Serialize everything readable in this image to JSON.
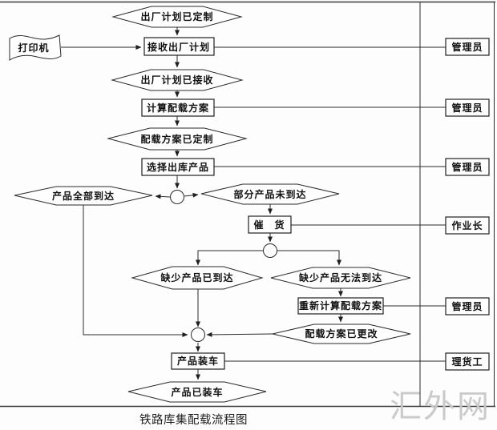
{
  "diagram": {
    "caption": "铁路库集配载流程图",
    "watermark": "汇外网",
    "io": {
      "printer": "打印机"
    },
    "nodes": {
      "plan_created": "出厂计划已定制",
      "receive_plan": "接收出厂计划",
      "plan_received": "出厂计划已接收",
      "calc_load_plan": "计算配载方案",
      "load_plan_created": "配载方案已定制",
      "select_outbound": "选择出库产品",
      "all_arrived": "产品全部到达",
      "partial_not_arrived": "部分产品未到达",
      "urge_goods": "催　货",
      "missing_arrived": "缺少产品已到达",
      "missing_unreachable": "缺少产品无法到达",
      "recalc_load_plan": "重新计算配载方案",
      "load_plan_changed": "配载方案已更改",
      "load_products": "产品装车",
      "products_loaded": "产品已装车"
    },
    "roles": [
      {
        "label": "管理员"
      },
      {
        "label": "管理员"
      },
      {
        "label": "管理员"
      },
      {
        "label": "作业长"
      },
      {
        "label": "管理员"
      },
      {
        "label": "理货工"
      }
    ],
    "colors": {
      "line": "#2a2a2a",
      "watermark": "#c9c9c9",
      "background": "#fdfdfd"
    }
  }
}
